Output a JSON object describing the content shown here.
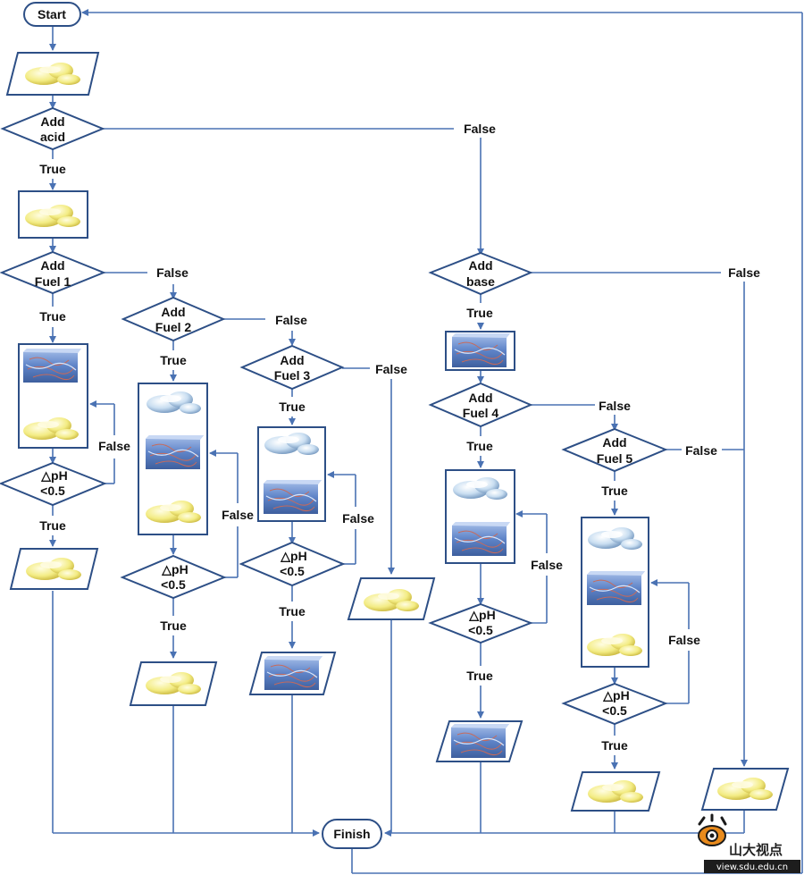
{
  "nodes": {
    "start": "Start",
    "finish": "Finish",
    "add_acid": [
      "Add",
      "acid"
    ],
    "add_base": [
      "Add",
      "base"
    ],
    "add_fuel_1": [
      "Add",
      "Fuel 1"
    ],
    "add_fuel_2": [
      "Add",
      "Fuel 2"
    ],
    "add_fuel_3": [
      "Add",
      "Fuel 3"
    ],
    "add_fuel_4": [
      "Add",
      "Fuel 4"
    ],
    "add_fuel_5": [
      "Add",
      "Fuel 5"
    ],
    "ph_check": [
      "△pH",
      "<0.5"
    ]
  },
  "edge_labels": {
    "true": "True",
    "false": "False"
  },
  "icons": {
    "yellow_blob": "yellow-blob-icon",
    "blue_blob": "blue-blob-icon",
    "gel_block": "gel-block-icon"
  },
  "colors": {
    "line": "#4a72b3",
    "shape_border": "#2d4f86",
    "yellow": "#f3ec84",
    "blue_cloud": "#b8d4ec",
    "gel": "#5f84c8"
  },
  "watermark": {
    "brand": "山大视点",
    "url": "view.sdu.edu.cn"
  }
}
